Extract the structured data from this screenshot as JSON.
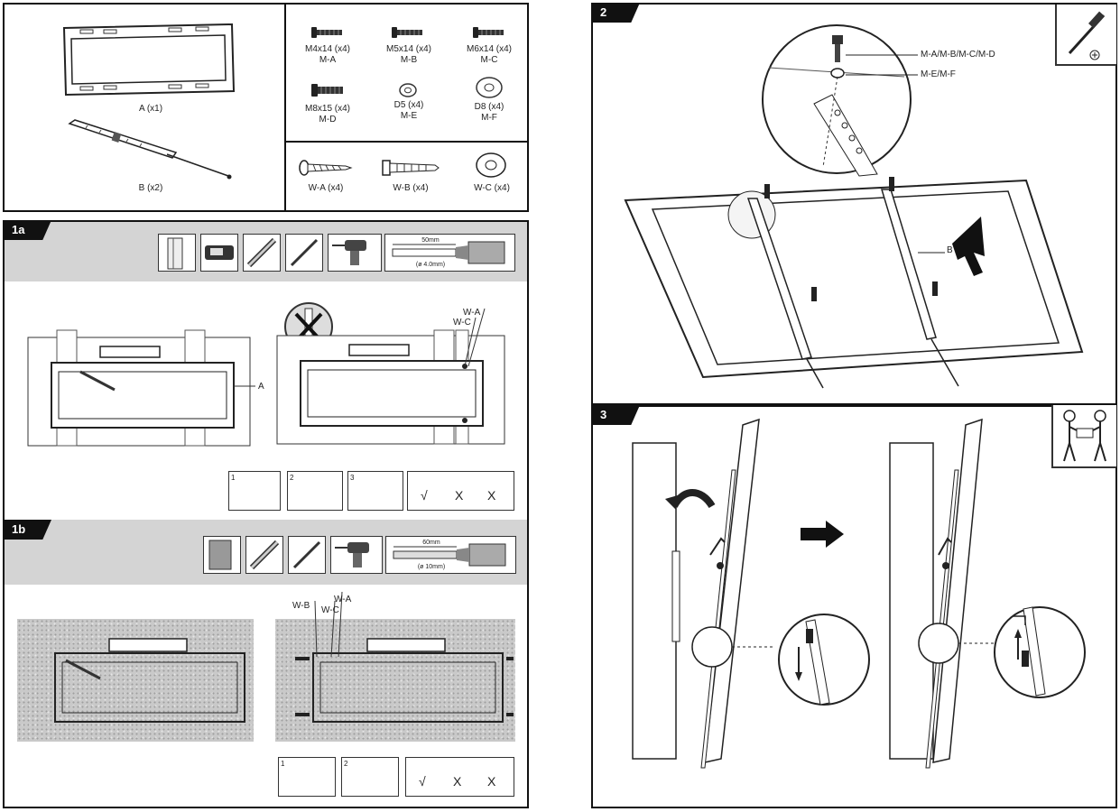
{
  "parts": {
    "items": [
      {
        "label": "A (x1)"
      },
      {
        "label": "B (x2)"
      },
      {
        "label": "M4x14 (x4)",
        "code": "M-A"
      },
      {
        "label": "M5x14 (x4)",
        "code": "M-B"
      },
      {
        "label": "M6x14 (x4)",
        "code": "M-C"
      },
      {
        "label": "M8x15 (x4)",
        "code": "M-D"
      },
      {
        "label": "D5 (x4)",
        "code": "M-E"
      },
      {
        "label": "D8 (x4)",
        "code": "M-F"
      },
      {
        "label": "W-A (x4)"
      },
      {
        "label": "W-B (x4)"
      },
      {
        "label": "W-C (x4)"
      }
    ]
  },
  "steps": {
    "s1a": {
      "tag": "1a",
      "callout_a": "A",
      "callout_wa": "W-A",
      "callout_wc": "W-C",
      "drill_note_top": "50mm",
      "drill_note_bottom": "(ø 4.0mm)",
      "sub_steps": [
        "1",
        "2",
        "3"
      ],
      "checks": [
        "√",
        "X",
        "X"
      ]
    },
    "s1b": {
      "tag": "1b",
      "callout_wb": "W-B",
      "callout_wc": "W-C",
      "callout_wa": "W-A",
      "drill_note_top": "60mm",
      "drill_note_bottom": "(ø 10mm)",
      "sub_steps": [
        "1",
        "2"
      ],
      "checks": [
        "√",
        "X",
        "X"
      ]
    },
    "s2": {
      "tag": "2",
      "callout_screws": "M-A/M-B/M-C/M-D",
      "callout_washers": "M-E/M-F",
      "callout_b": "B"
    },
    "s3": {
      "tag": "3"
    }
  },
  "colors": {
    "band": "#d4d4d4",
    "wall": "#c9c9c9",
    "line": "#111111"
  }
}
